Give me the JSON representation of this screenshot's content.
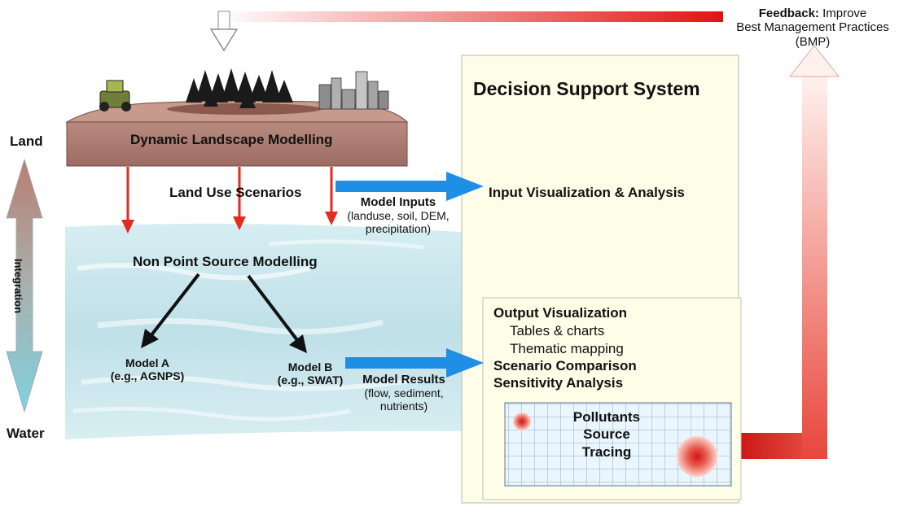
{
  "side": {
    "land": "Land",
    "water": "Water",
    "integration": "Integration"
  },
  "feedback": {
    "label_bold": "Feedback:",
    "label_rest": " Improve",
    "line2": "Best Management Practices",
    "line3": "(BMP)"
  },
  "landscape": {
    "title": "Dynamic Landscape Modelling",
    "scenarios": "Land Use Scenarios"
  },
  "model_inputs": {
    "title": "Model Inputs",
    "line1": "(landuse, soil, DEM,",
    "line2": "precipitation)"
  },
  "nps": {
    "title": "Non Point Source Modelling",
    "model_a": "Model A",
    "model_a_example": "(e.g., AGNPS)",
    "model_b": "Model B",
    "model_b_example": "(e.g., SWAT)"
  },
  "model_results": {
    "title": "Model Results",
    "line1": "(flow, sediment,",
    "line2": "nutrients)"
  },
  "dss": {
    "title": "Decision Support System",
    "input_vis": "Input Visualization & Analysis",
    "output_vis": "Output Visualization",
    "tables": "Tables & charts",
    "thematic": "Thematic mapping",
    "scenario": "Scenario Comparison",
    "sensitivity": "Sensitivity Analysis",
    "pollutants_line1": "Pollutants",
    "pollutants_line2": "Source",
    "pollutants_line3": "Tracing"
  },
  "colors": {
    "red_arrow": "#e32b1f",
    "blue_arrow": "#1f8fe6",
    "dss_panel": "#fdfde8",
    "soil": "#a9766a",
    "water": "#c9e6ec"
  }
}
